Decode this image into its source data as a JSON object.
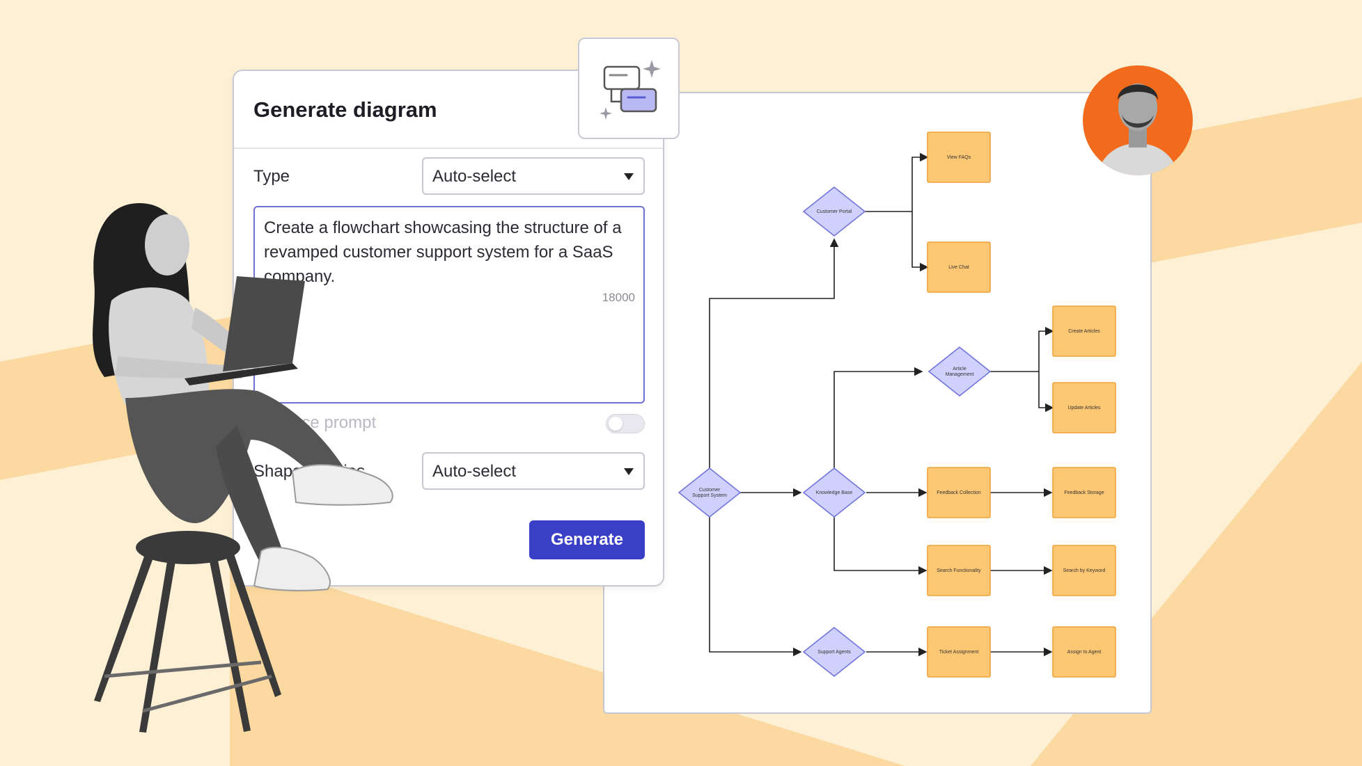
{
  "dialog": {
    "title": "Generate diagram",
    "type_label": "Type",
    "type_value": "Auto-select",
    "prompt_text": "Create a flowchart showcasing the structure of a revamped customer support system for a SaaS company.",
    "char_count": "18000",
    "enhance_label": "Enhance prompt",
    "enhance_enabled": false,
    "libraries_label": "Shape libraries",
    "libraries_value": "Auto-select",
    "generate_label": "Generate"
  },
  "flowchart": {
    "nodes": {
      "customer_support_system": "Customer Support System",
      "customer_portal": "Customer Portal",
      "view_faqs": "View FAQs",
      "live_chat": "Live Chat",
      "article_management": "Article Management",
      "create_articles": "Create Articles",
      "update_articles": "Update Articles",
      "knowledge_base": "Knowledge Base",
      "feedback_collection": "Feedback Collection",
      "feedback_storage": "Feedback Storage",
      "search_functionality": "Search Functionality",
      "search_by_keyword": "Search by Keyword",
      "support_agents": "Support Agents",
      "ticket_assignment": "Ticket Assignment",
      "assign_to_agent": "Assign to Agent"
    }
  },
  "colors": {
    "background": "#fdf0d5",
    "background_shape": "#fbd9a0",
    "decision_fill": "#cfd0fb",
    "decision_stroke": "#7074dc",
    "process_fill": "#fdc773",
    "process_stroke": "#f0a23a",
    "primary_button": "#3a3fc7",
    "avatar_bg": "#f26b1d"
  },
  "icons": {
    "ai_diagram": "chat-bubbles-sparkle-icon",
    "select_arrow": "caret-down-icon"
  }
}
